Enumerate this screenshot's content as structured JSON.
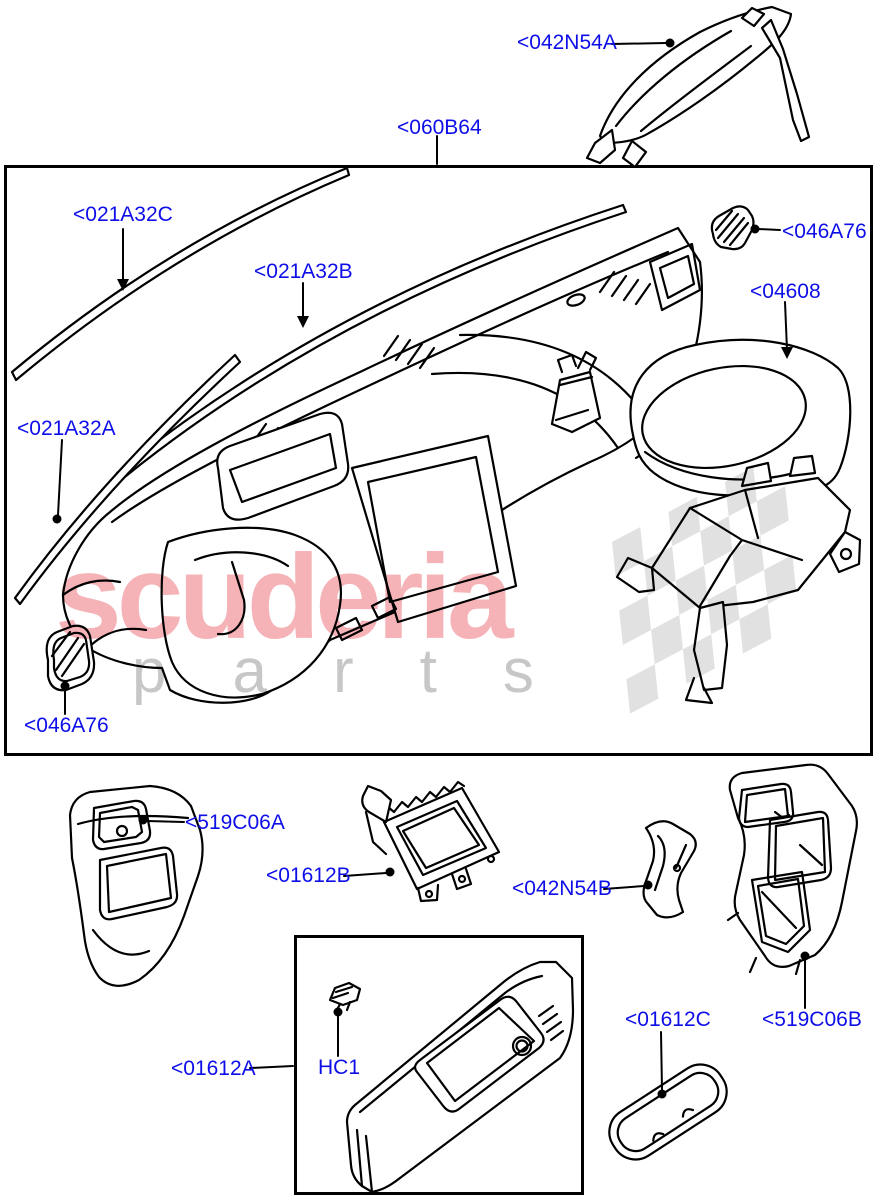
{
  "watermark": {
    "brand": "scuderia",
    "subtext": "parts"
  },
  "colors": {
    "label_blue": "#0e0ee8",
    "line_black": "#000000",
    "watermark_pink": "#e84a55",
    "watermark_gray": "#9a9a9a",
    "checker_gray": "#dcdcdc"
  },
  "labels": [
    {
      "id": "042N54A",
      "text": "<042N54A"
    },
    {
      "id": "060B64",
      "text": "<060B64"
    },
    {
      "id": "021A32C",
      "text": "<021A32C"
    },
    {
      "id": "021A32B",
      "text": "<021A32B"
    },
    {
      "id": "021A32A",
      "text": "<021A32A"
    },
    {
      "id": "046A76-top",
      "text": "<046A76"
    },
    {
      "id": "04608",
      "text": "<04608"
    },
    {
      "id": "046A76-bottom",
      "text": "<046A76"
    },
    {
      "id": "519C06A",
      "text": "<519C06A"
    },
    {
      "id": "01612B",
      "text": "<01612B"
    },
    {
      "id": "042N54B",
      "text": "<042N54B"
    },
    {
      "id": "519C06B",
      "text": "<519C06B"
    },
    {
      "id": "01612C",
      "text": "<01612C"
    },
    {
      "id": "01612A",
      "text": "<01612A"
    },
    {
      "id": "HC1",
      "text": "HC1"
    }
  ]
}
